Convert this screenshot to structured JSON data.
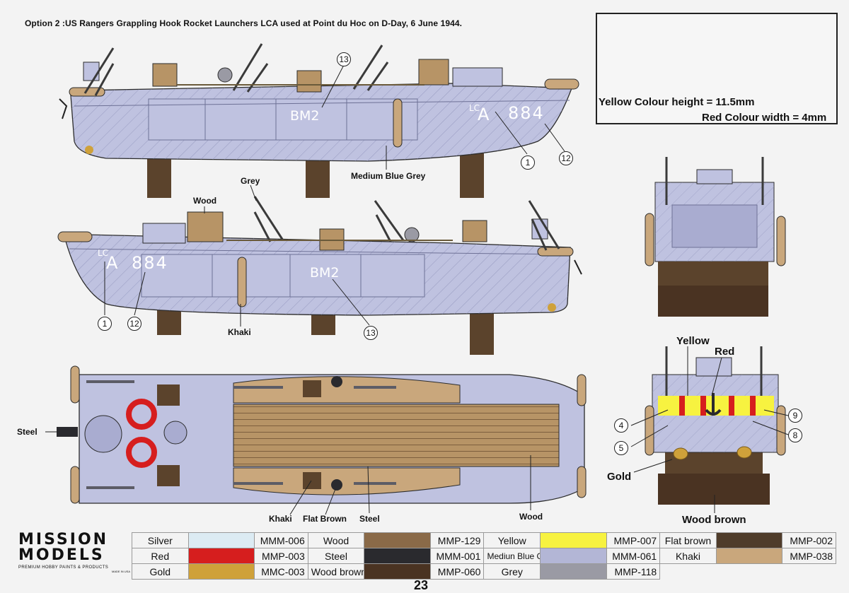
{
  "title": "Option 2 :US Rangers Grappling Hook Rocket Launchers LCA used at Point du Hoc on D-Day, 6 June 1944.",
  "hull_markings": {
    "lca": "LCA",
    "number": "884",
    "bm": "BM2"
  },
  "side_view_top": {
    "colour_label": "Medium Blue Grey",
    "callouts": [
      "13",
      "1",
      "12"
    ]
  },
  "side_view_bottom": {
    "labels": {
      "wood": "Wood",
      "grey": "Grey",
      "khaki": "Khaki"
    },
    "callouts": [
      "1",
      "12",
      "13"
    ]
  },
  "top_view": {
    "labels": {
      "steel_left": "Steel",
      "khaki": "Khaki",
      "flat_brown": "Flat Brown",
      "steel": "Steel",
      "wood": "Wood"
    }
  },
  "inset": {
    "yellow_note": "Yellow Colour  height = 11.5mm",
    "red_note": "Red Colour width = 4mm"
  },
  "rear_view": {
    "labels": {
      "yellow": "Yellow",
      "red": "Red",
      "gold": "Gold",
      "wood_brown": "Wood brown"
    },
    "callouts": [
      "4",
      "5",
      "9",
      "8"
    ]
  },
  "legend": {
    "rows": [
      [
        {
          "name": "Silver",
          "color": "#dcebf3",
          "code": "MMM-006"
        },
        {
          "name": "Wood",
          "color": "#8a6a48",
          "code": "MMP-129"
        },
        {
          "name": "Yellow",
          "color": "#f7f240",
          "code": "MMP-007"
        },
        {
          "name": "Flat brown",
          "color": "#4f3c2a",
          "code": "MMP-002"
        }
      ],
      [
        {
          "name": "Red",
          "color": "#d61e1e",
          "code": "MMP-003"
        },
        {
          "name": "Steel",
          "color": "#2a2a2e",
          "code": "MMM-001"
        },
        {
          "name": "Mediun Blue Grey",
          "color": "#b3b6d6",
          "code": "MMM-061"
        },
        {
          "name": "Khaki",
          "color": "#c9a77c",
          "code": "MMP-038"
        }
      ],
      [
        {
          "name": "Gold",
          "color": "#cfa13a",
          "code": "MMC-003"
        },
        {
          "name": "Wood brown",
          "color": "#4a3322",
          "code": "MMP-060"
        },
        {
          "name": "Grey",
          "color": "#9a9aa4",
          "code": "MMP-118"
        },
        {
          "name": "",
          "color": "",
          "code": ""
        }
      ]
    ]
  },
  "logo": {
    "line1": "MISSION",
    "line2": "MODELS",
    "line3": "PREMIUM HOBBY PAINTS & PRODUCTS",
    "line4": "MADE IN USA"
  },
  "page_number": "23",
  "colors": {
    "hull": "#bfc2e0",
    "hull_shade": "#a9acd0",
    "wood": "#8a6a48",
    "wood_light": "#b79466",
    "stand": "#5b432c",
    "khaki": "#c9a77c",
    "line": "#2b2b2b"
  }
}
